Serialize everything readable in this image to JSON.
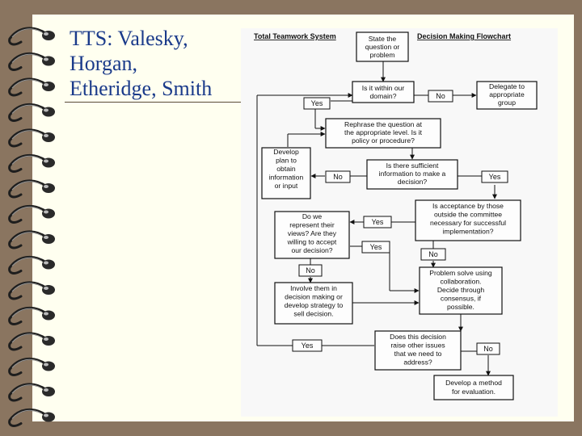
{
  "slide": {
    "title_lines": [
      "TTS: Valesky,",
      "Horgan,",
      "Etheridge, Smith"
    ]
  },
  "diagram": {
    "header_left": "Total Teamwork System",
    "header_right": "Decision Making Flowchart",
    "nodes": {
      "state": [
        "State the",
        "question or",
        "problem"
      ],
      "domain": [
        "Is it within our",
        "domain?"
      ],
      "delegate": [
        "Delegate to",
        "appropriate",
        "group"
      ],
      "rephrase": [
        "Rephrase the question at",
        "the appropriate level. Is it",
        "policy or procedure?"
      ],
      "develop_plan": [
        "Develop",
        "plan to",
        "obtain",
        "information",
        "or input"
      ],
      "sufficient": [
        "Is there sufficient",
        "information to make a",
        "decision?"
      ],
      "acceptance": [
        "Is acceptance by those",
        "outside the committee",
        "necessary for successful",
        "implementation?"
      ],
      "represent": [
        "Do we",
        "represent their",
        "views? Are they",
        "willing to accept",
        "our decision?"
      ],
      "problem_solve": [
        "Problem solve using",
        "collaboration.",
        "Decide through",
        "consensus, if",
        "possible."
      ],
      "involve": [
        "Involve them in",
        "decision making or",
        "develop strategy to",
        "sell decision."
      ],
      "raise": [
        "Does this decision",
        "raise other issues",
        "that we need to",
        "address?"
      ],
      "method": [
        "Develop a method",
        "for evaluation."
      ]
    },
    "labels": {
      "domain_no": "No",
      "domain_yes": "Yes",
      "sufficient_no": "No",
      "sufficient_yes": "Yes",
      "acceptance_yes": "Yes",
      "acceptance_no": "No",
      "represent_yes": "Yes",
      "represent_no": "No",
      "raise_yes": "Yes",
      "raise_no": "No"
    },
    "colors": {
      "slide_background": "#8a7560",
      "paper": "#fffff0",
      "title_text": "#1a3a8a",
      "diagram_ink": "#111111"
    }
  }
}
